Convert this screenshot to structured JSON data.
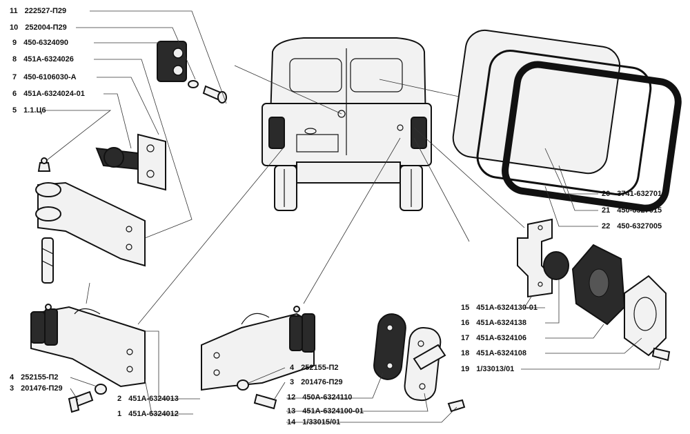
{
  "callouts": [
    {
      "num": "11",
      "code": "222527-П29"
    },
    {
      "num": "10",
      "code": "252004-П29"
    },
    {
      "num": "9",
      "code": "450-6324090"
    },
    {
      "num": "8",
      "code": "451А-6324026"
    },
    {
      "num": "7",
      "code": "450-6106030-А"
    },
    {
      "num": "6",
      "code": "451А-6324024-01"
    },
    {
      "num": "5",
      "code": "1.1.Ц6"
    },
    {
      "num": "4",
      "code": "252155-П2"
    },
    {
      "num": "3",
      "code": "201476-П29"
    },
    {
      "num": "2",
      "code": "451А-6324013"
    },
    {
      "num": "1",
      "code": "451А-6324012"
    },
    {
      "num": "4",
      "code": "252155-П2"
    },
    {
      "num": "3",
      "code": "201476-П29"
    },
    {
      "num": "12",
      "code": "450А-6324110"
    },
    {
      "num": "13",
      "code": "451А-6324100-01"
    },
    {
      "num": "14",
      "code": "1/33015/01"
    },
    {
      "num": "20",
      "code": "3741-6327010"
    },
    {
      "num": "21",
      "code": "450-6327015"
    },
    {
      "num": "22",
      "code": "450-6327005"
    },
    {
      "num": "15",
      "code": "451А-6324130-01"
    },
    {
      "num": "16",
      "code": "451А-6324138"
    },
    {
      "num": "17",
      "code": "451А-6324106"
    },
    {
      "num": "18",
      "code": "451А-6324108"
    },
    {
      "num": "19",
      "code": "1/33013/01"
    }
  ]
}
